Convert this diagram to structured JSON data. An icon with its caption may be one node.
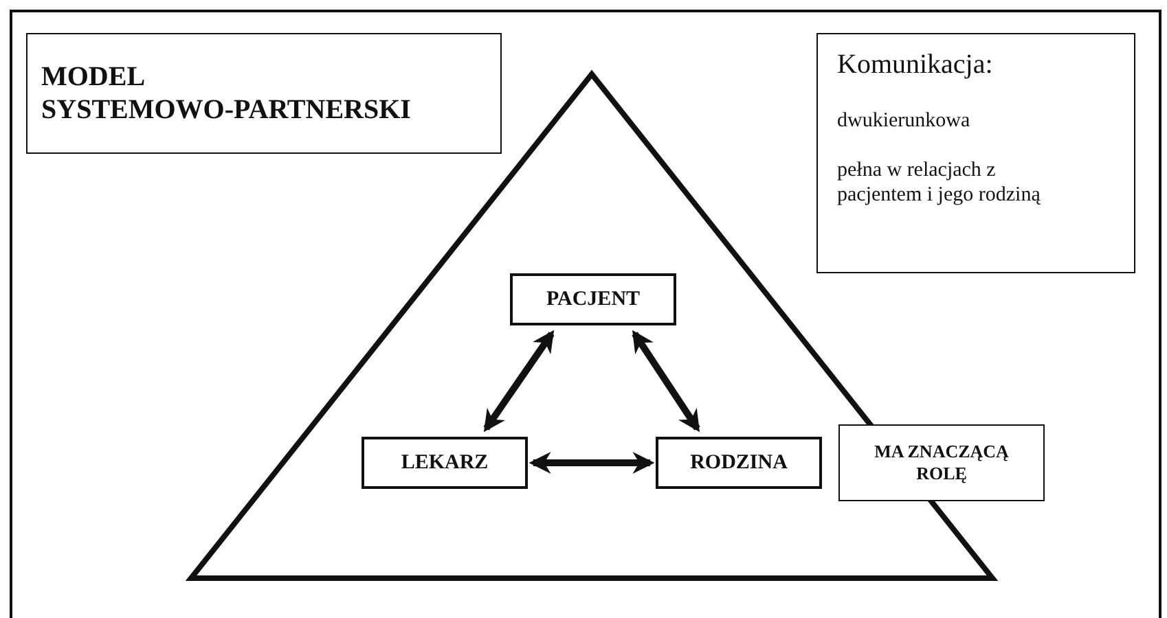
{
  "diagram": {
    "nodes": [
      {
        "text": [
          "MODEL SYSTEMOWO-PARTNERSKI"
        ]
      },
      {
        "text": [
          "Komunikacja:",
          "dwukierunkowa",
          "pełna w relacjach z pacjentem i jego rodziną"
        ]
      },
      {
        "text": [],
        "shape": "triangle"
      },
      {
        "text": [
          "PACJENT"
        ],
        "in": 2
      },
      {
        "text": [
          "LEKARZ"
        ],
        "in": 2
      },
      {
        "text": [
          "RODZINA"
        ],
        "in": 2
      },
      {
        "text": [
          "MA ZNACZĄCĄ ROLĘ"
        ]
      }
    ],
    "edges": [
      {
        "from": 3,
        "to": 4,
        "arrow": "both"
      },
      {
        "from": 3,
        "to": 5,
        "arrow": "both"
      },
      {
        "from": 4,
        "to": 5,
        "arrow": "both"
      }
    ]
  }
}
